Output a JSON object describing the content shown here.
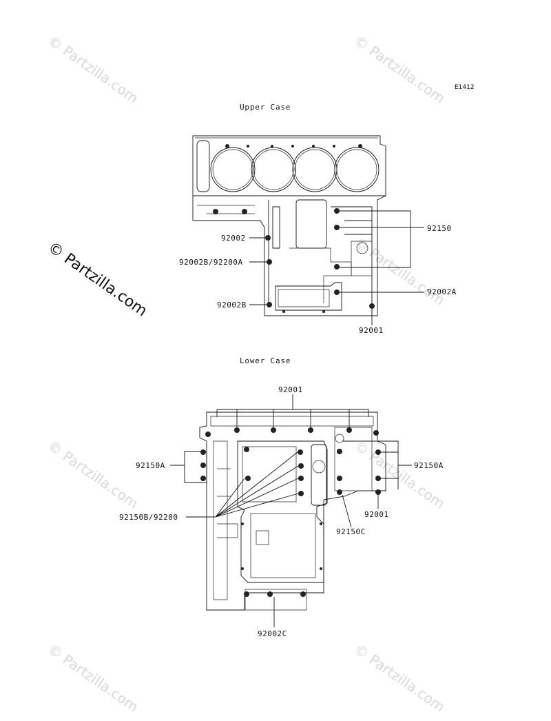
{
  "diagram_code": "E1412",
  "sections": {
    "upper_case": {
      "title": "Upper Case",
      "labels": {
        "p92002": "92002",
        "p92002b_92200a": "92002B/92200A",
        "p92002b": "92002B",
        "p92150": "92150",
        "p92002a": "92002A",
        "p92001": "92001"
      }
    },
    "lower_case": {
      "title": "Lower Case",
      "labels": {
        "p92001_top": "92001",
        "p92150a_left": "92150A",
        "p92150a_right": "92150A",
        "p92150b_92200": "92150B/92200",
        "p92001_right": "92001",
        "p92150c": "92150C",
        "p92002c": "92002C"
      }
    }
  },
  "watermark": {
    "text": "© Partzilla.com",
    "color": "#d8d8d8"
  }
}
